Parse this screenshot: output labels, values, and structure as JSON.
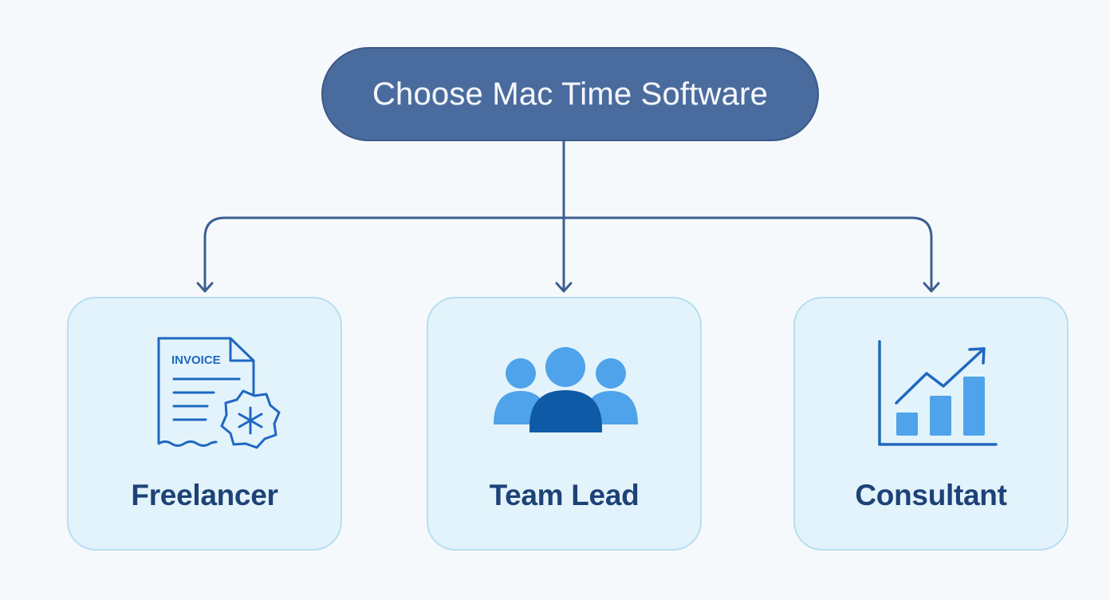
{
  "root": {
    "label": "Choose Mac Time Software"
  },
  "options": [
    {
      "label": "Freelancer",
      "icon": "invoice-icon",
      "icon_text": "INVOICE"
    },
    {
      "label": "Team Lead",
      "icon": "team-icon"
    },
    {
      "label": "Consultant",
      "icon": "growth-chart-icon"
    }
  ],
  "colors": {
    "background": "#f6f9fc",
    "root_fill": "#4a6b9d",
    "connector": "#3c5f91",
    "card_fill": "#e3f3fb",
    "card_border": "#b8def1",
    "label_text": "#1d4277",
    "icon_primary": "#1f67c2",
    "icon_light": "#4ea3ea",
    "icon_dark": "#0f5aa6"
  }
}
